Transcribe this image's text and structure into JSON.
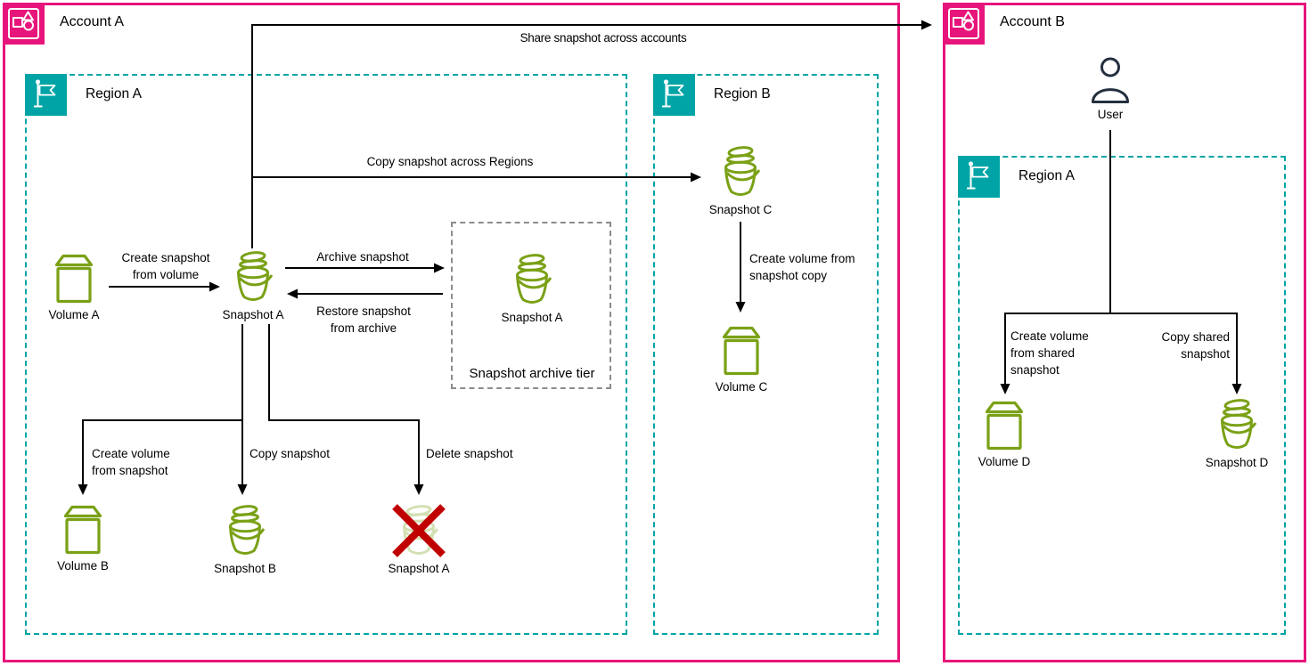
{
  "colors": {
    "account_border": "#E7157B",
    "region_border": "#00A4A6",
    "resource_green": "#7AA116",
    "user_dark": "#232F3E",
    "delete_red": "#C00000",
    "connector_black": "#000000",
    "archive_border": "#8C8C8C",
    "background": "#FFFFFF"
  },
  "icons": {
    "account-icon": "white square+triangle+circle glyph on pink square",
    "region-icon": "white flag on teal square",
    "volume-icon": "green storage box with lid",
    "snapshot-icon": "green bucket with lid and handle",
    "user-icon": "dark person outline",
    "delete-x-icon": "red X cross over faded snapshot"
  },
  "account_a": {
    "label": "Account A",
    "region_a": {
      "label": "Region A",
      "volume_a": "Volume A",
      "snapshot_a": "Snapshot A",
      "volume_b": "Volume B",
      "snapshot_b": "Snapshot B",
      "deleted_snapshot_a": "Snapshot A",
      "archive_tier": {
        "label": "Snapshot archive tier",
        "snapshot_a": "Snapshot A"
      },
      "edge_create_snapshot_from_volume": "Create snapshot from volume",
      "edge_archive_snapshot": "Archive snapshot",
      "edge_restore_snapshot_from_archive": "Restore snapshot from archive",
      "edge_create_volume_from_snapshot": "Create volume from snapshot",
      "edge_copy_snapshot": "Copy snapshot",
      "edge_delete_snapshot": "Delete snapshot"
    },
    "region_b": {
      "label": "Region B",
      "snapshot_c": "Snapshot C",
      "volume_c": "Volume C",
      "edge_create_volume_from_snapshot_copy": "Create volume from snapshot copy"
    }
  },
  "account_b": {
    "label": "Account B",
    "user": "User",
    "region_a": {
      "label": "Region A",
      "volume_d": "Volume D",
      "snapshot_d": "Snapshot D",
      "edge_create_volume_from_shared_snapshot": "Create volume from shared snapshot",
      "edge_copy_shared_snapshot": "Copy shared snapshot"
    }
  },
  "cross_account_edges": {
    "share_snapshot_across_accounts": "Share snapshot across accounts",
    "copy_snapshot_across_regions": "Copy snapshot across Regions"
  }
}
